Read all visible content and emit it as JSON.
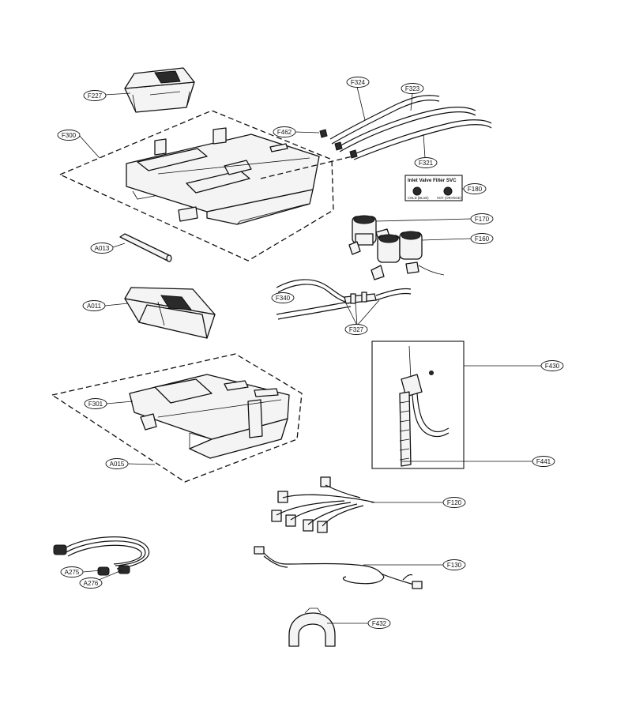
{
  "labels": {
    "f227": "F227",
    "f300": "F300",
    "a013": "A013",
    "a011": "A011",
    "f301": "F301",
    "a015": "A015",
    "f324": "F324",
    "f323": "F323",
    "f462": "F462",
    "f321": "F321",
    "f180": "F180",
    "f170": "F170",
    "f160": "F160",
    "f340": "F340",
    "f327": "F327",
    "f430": "F430",
    "f441": "F441",
    "f120": "F120",
    "f130": "F130",
    "a275": "A275",
    "a276": "A276",
    "f432": "F432"
  },
  "sticker": {
    "title": "Inlet Valve Filter SVC",
    "cold": "COLD (BLUE)",
    "hot": "HOT (ORANGE)"
  }
}
